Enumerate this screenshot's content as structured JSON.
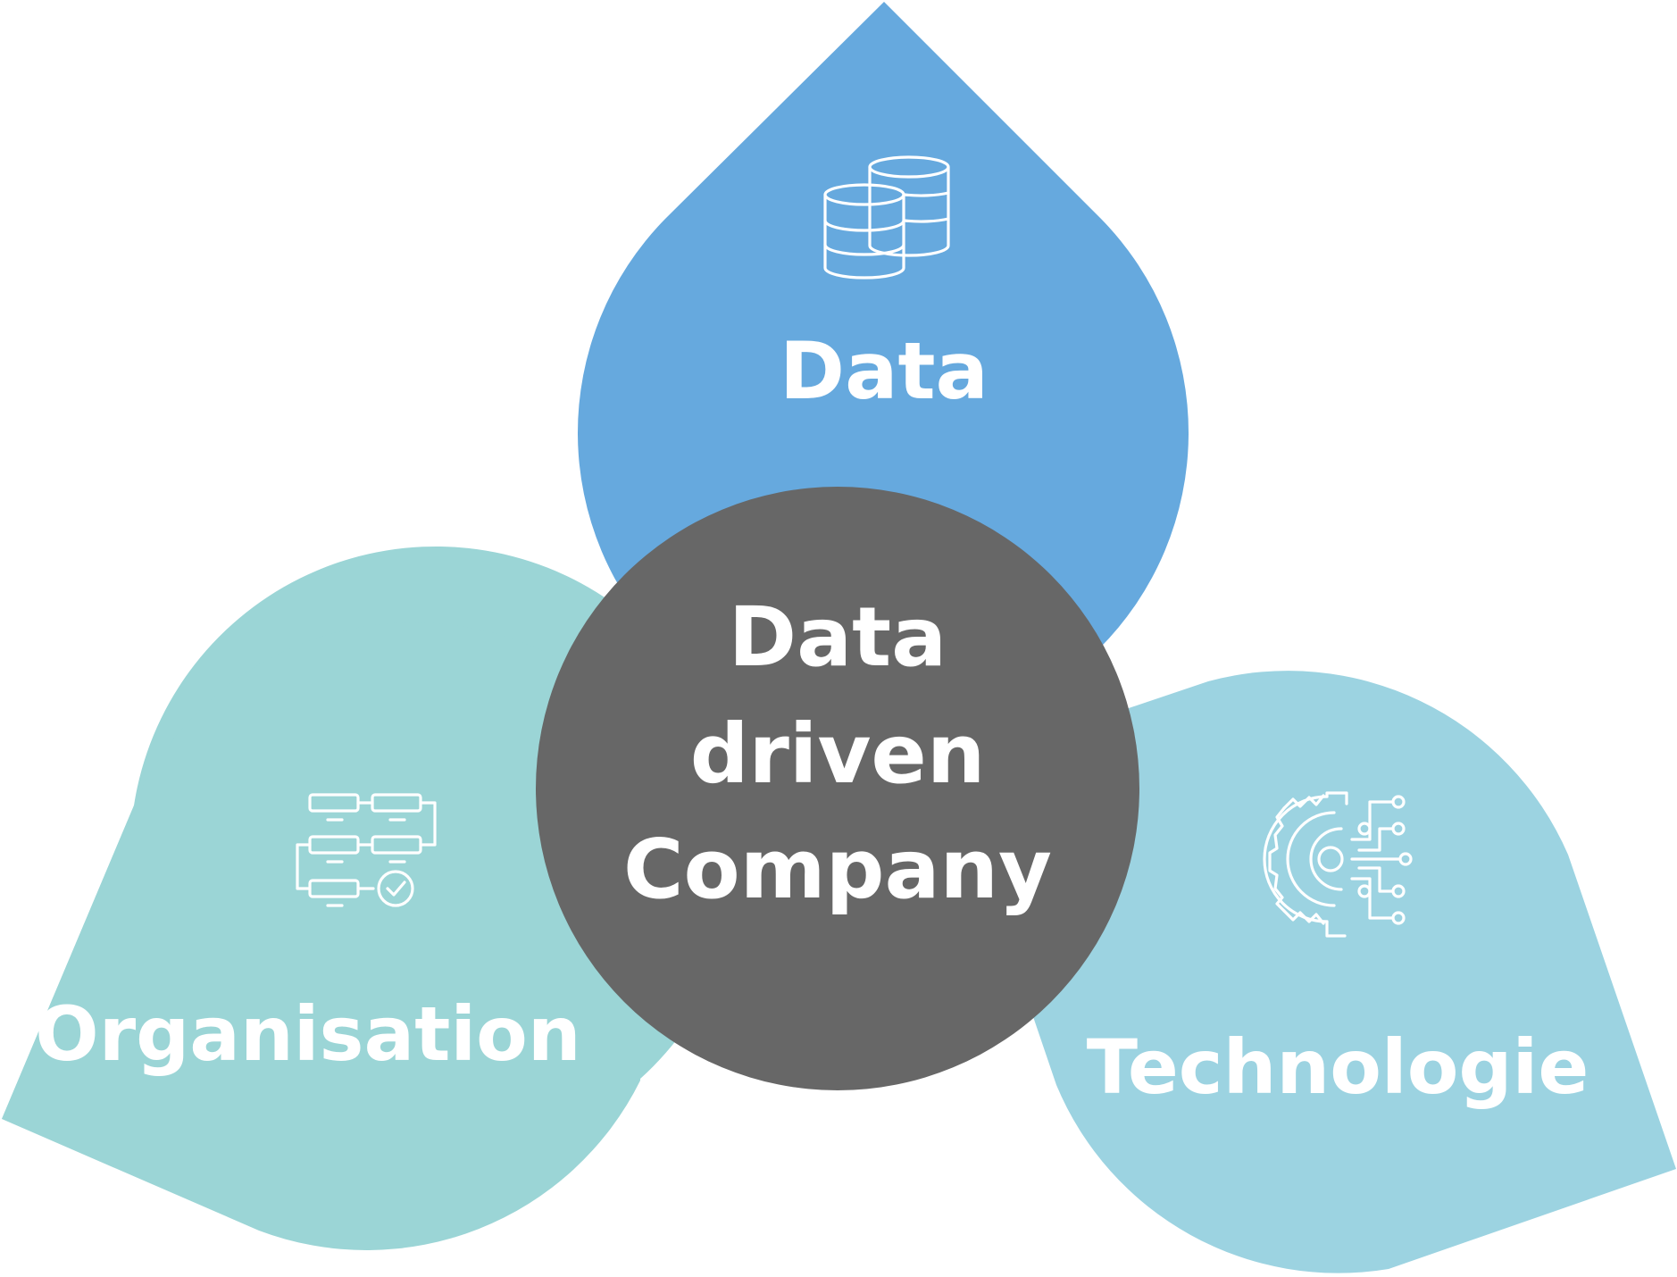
{
  "diagram": {
    "center": {
      "lines": [
        "Data",
        "driven",
        "Company"
      ]
    },
    "petals": {
      "data": {
        "label": "Data",
        "icon": "database-icon"
      },
      "organisation": {
        "label": "Organisation",
        "icon": "org-chart-icon"
      },
      "technologie": {
        "label": "Technologie",
        "icon": "tech-gear-circuit-icon"
      }
    }
  },
  "colors": {
    "data_petal": "#66a9de",
    "organisation_petal": "#9bd5d6",
    "technologie_petal": "#9cd3e1",
    "center_circle": "#676767",
    "text": "#ffffff"
  }
}
